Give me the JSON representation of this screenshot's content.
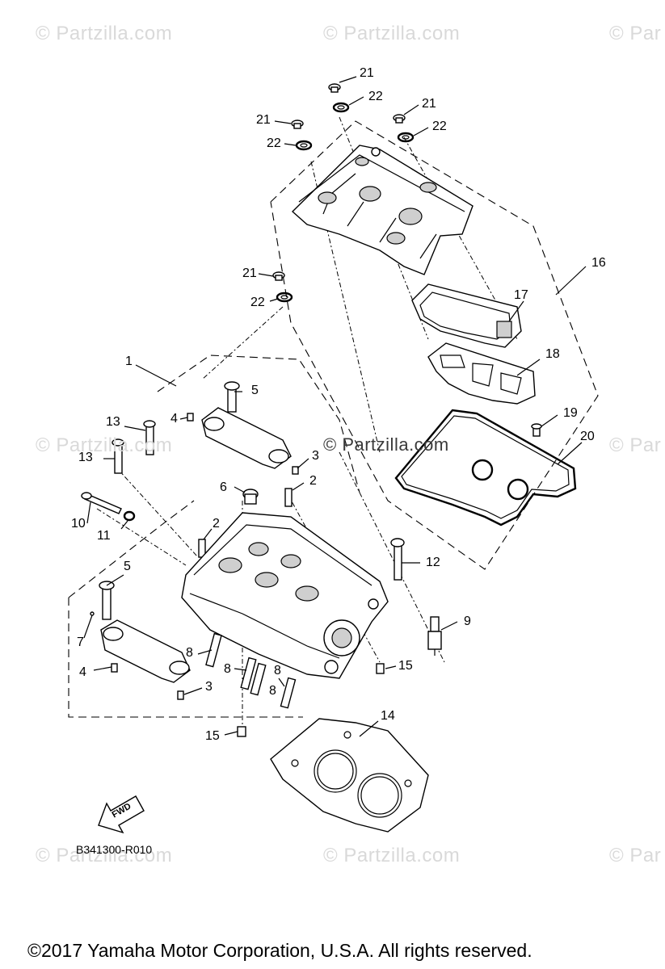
{
  "watermark": {
    "text": "© Partzilla.com",
    "edge_text": "© Par",
    "center_text": "© Partzilla.com"
  },
  "callouts": {
    "c1": "1",
    "c2a": "2",
    "c2b": "2",
    "c3a": "3",
    "c3b": "3",
    "c4a": "4",
    "c4b": "4",
    "c5a": "5",
    "c5b": "5",
    "c6": "6",
    "c7": "7",
    "c8a": "8",
    "c8b": "8",
    "c8c": "8",
    "c8d": "8",
    "c9": "9",
    "c10": "10",
    "c11": "11",
    "c12": "12",
    "c13a": "13",
    "c13b": "13",
    "c14": "14",
    "c15a": "15",
    "c15b": "15",
    "c16": "16",
    "c17": "17",
    "c18": "18",
    "c19": "19",
    "c20": "20",
    "c21a": "21",
    "c21b": "21",
    "c21c": "21",
    "c21d": "21",
    "c22a": "22",
    "c22b": "22",
    "c22c": "22",
    "c22d": "22"
  },
  "fwd_label": "FWD",
  "catalog_number": "B341300-R010",
  "copyright": "©2017  Yamaha Motor Corporation, U.S.A. All rights reserved."
}
